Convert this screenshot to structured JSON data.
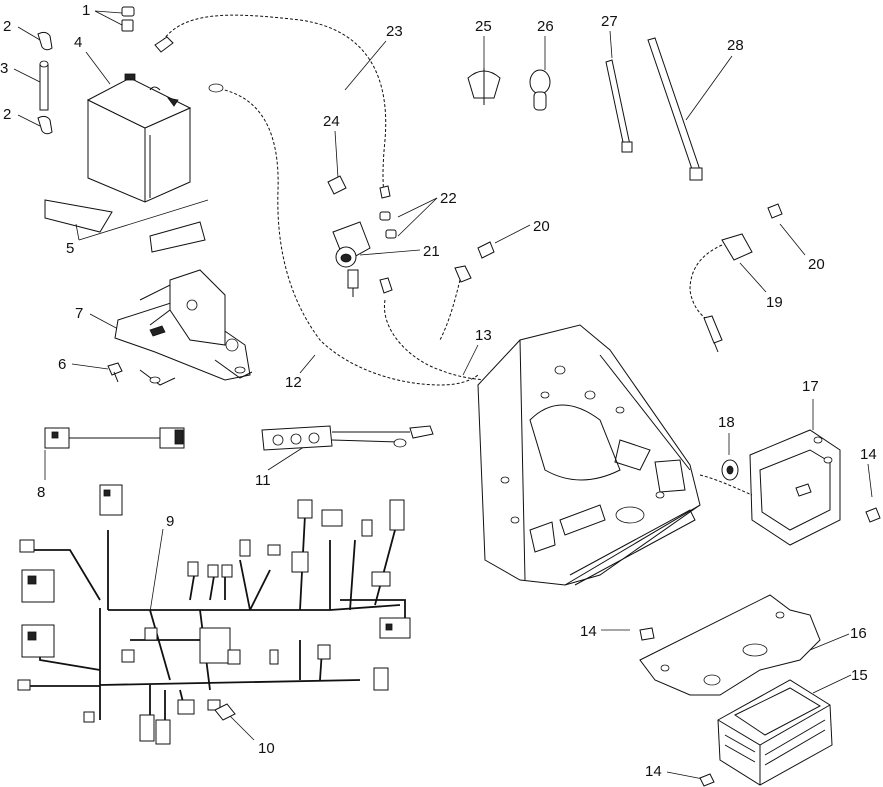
{
  "callouts": [
    "1",
    "2",
    "3",
    "2",
    "4",
    "5",
    "6",
    "7",
    "8",
    "9",
    "10",
    "11",
    "12",
    "13",
    "14",
    "14",
    "14",
    "15",
    "16",
    "17",
    "18",
    "19",
    "20",
    "20",
    "21",
    "22",
    "23",
    "24",
    "25",
    "26",
    "27",
    "28"
  ]
}
